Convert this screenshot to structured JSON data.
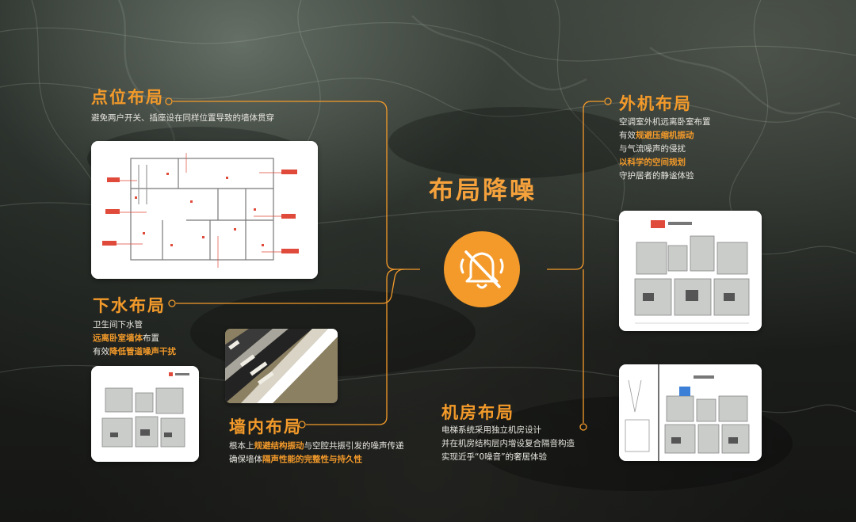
{
  "center": {
    "title": "布局降噪",
    "icon": "mute-bell-icon"
  },
  "colors": {
    "accent": "#f39a2a",
    "text": "#e8e6e0"
  },
  "sections": {
    "dianwei": {
      "title": "点位布局",
      "lines": [
        [
          {
            "t": "避免两户开关、插座设在同样位置导致的墙体贯穿",
            "h": false
          }
        ]
      ]
    },
    "xiashui": {
      "title": "下水布局",
      "lines": [
        [
          {
            "t": "卫生间下水管",
            "h": false
          }
        ],
        [
          {
            "t": "远离卧室墙体",
            "h": true
          },
          {
            "t": "布置",
            "h": false
          }
        ],
        [
          {
            "t": "有效",
            "h": false
          },
          {
            "t": "降低管道噪声干扰",
            "h": true
          }
        ]
      ]
    },
    "qiangnei": {
      "title": "墙内布局",
      "lines": [
        [
          {
            "t": "根本上",
            "h": false
          },
          {
            "t": "规避结构振动",
            "h": true
          },
          {
            "t": "与空腔共振引发的噪声传递",
            "h": false
          }
        ],
        [
          {
            "t": "确保墙体",
            "h": false
          },
          {
            "t": "隔声性能的完整性与持久性",
            "h": true
          }
        ]
      ]
    },
    "waiji": {
      "title": "外机布局",
      "lines": [
        [
          {
            "t": "空调室外机远离卧室布置",
            "h": false
          }
        ],
        [
          {
            "t": "有效",
            "h": false
          },
          {
            "t": "规避压缩机振动",
            "h": true
          }
        ],
        [
          {
            "t": "与气流噪声的侵扰",
            "h": false
          }
        ],
        [
          {
            "t": "以科学的空间规划",
            "h": true
          }
        ],
        [
          {
            "t": "守护居者的静谧体验",
            "h": false
          }
        ]
      ]
    },
    "jifang": {
      "title": "机房布局",
      "lines": [
        [
          {
            "t": "电梯系统采用独立机房设计",
            "h": false
          }
        ],
        [
          {
            "t": "并在机房结构层内增设复合隔音构造",
            "h": false
          }
        ],
        [
          {
            "t": "实现近乎“0噪音”的奢居体验",
            "h": false
          }
        ]
      ]
    }
  }
}
